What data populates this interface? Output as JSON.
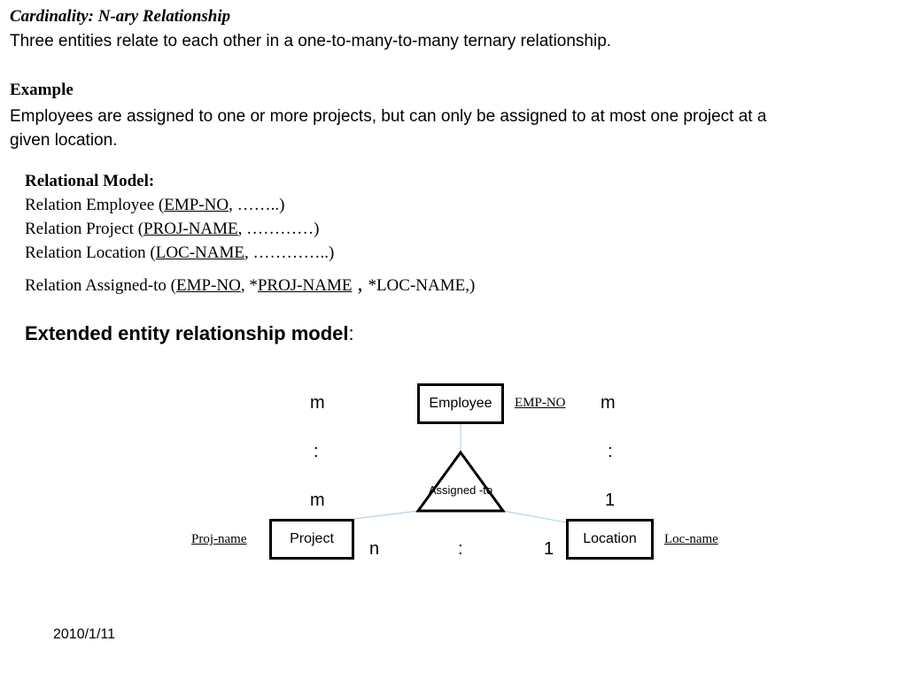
{
  "title": {
    "heading": "Cardinality: N-ary Relationship",
    "subheading": "Three entities relate to each other in a one-to-many-to-many ternary relationship."
  },
  "example": {
    "title": "Example",
    "text": "Employees are assigned to one or more projects, but  can only be assigned to at most one project at a given location."
  },
  "relational_model": {
    "title": "Relational Model:",
    "employee": {
      "prefix": "Relation Employee (",
      "key": "EMP-NO",
      "suffix": ", ……..)"
    },
    "project": {
      "prefix": "Relation Project (",
      "key": "PROJ-NAME",
      "suffix": ", …………)"
    },
    "location": {
      "prefix": "Relation Location (",
      "key": "LOC-NAME",
      "suffix": ", …………..)"
    },
    "assigned": {
      "prefix": "Relation Assigned-to (",
      "key1": "EMP-NO",
      "sep1": ", *",
      "key2": "PROJ-NAME",
      "sep2": " , ",
      "suffix": "*LOC-NAME,)"
    }
  },
  "eer": {
    "title": "Extended entity relationship model",
    "colon": ":"
  },
  "diagram": {
    "entities": {
      "employee": "Employee",
      "project": "Project",
      "location": "Location"
    },
    "relationship": "Assigned -to",
    "attributes": {
      "emp_no": "EMP-NO",
      "proj_name": "Proj-name",
      "loc_name": "Loc-name"
    },
    "cardinality": {
      "left_top": "m",
      "left_mid": ":",
      "left_bottom": "m",
      "right_top": "m",
      "right_mid": ":",
      "right_bottom": "1",
      "bottom_left": "n",
      "bottom_mid": ":",
      "bottom_right": "1"
    },
    "colors": {
      "connector": "#b7d3e6",
      "border": "#000000"
    }
  },
  "footer": {
    "date": "2010/1/11"
  }
}
